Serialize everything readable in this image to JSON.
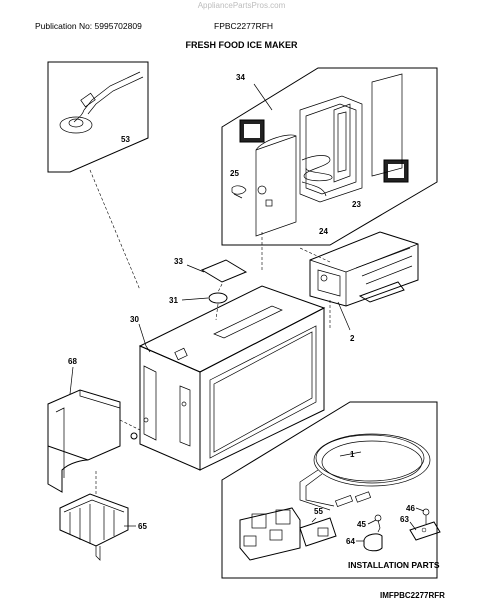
{
  "header": {
    "site": "AppliancePartsPros.com",
    "publication": "Publication No: 5995702809",
    "model": "FPBC2277RFH",
    "title": "FRESH FOOD ICE MAKER"
  },
  "parts": {
    "p34": "34",
    "p53": "53",
    "p25": "25",
    "p23": "23",
    "p24": "24",
    "p33": "33",
    "p31": "31",
    "p30": "30",
    "p2": "2",
    "p68": "68",
    "p1": "1",
    "p55": "55",
    "p46": "46",
    "p45": "45",
    "p63": "63",
    "p64": "64",
    "p65": "65"
  },
  "footer": {
    "installation": "INSTALLATION PARTS",
    "code": "IMFPBC2277RFR"
  }
}
